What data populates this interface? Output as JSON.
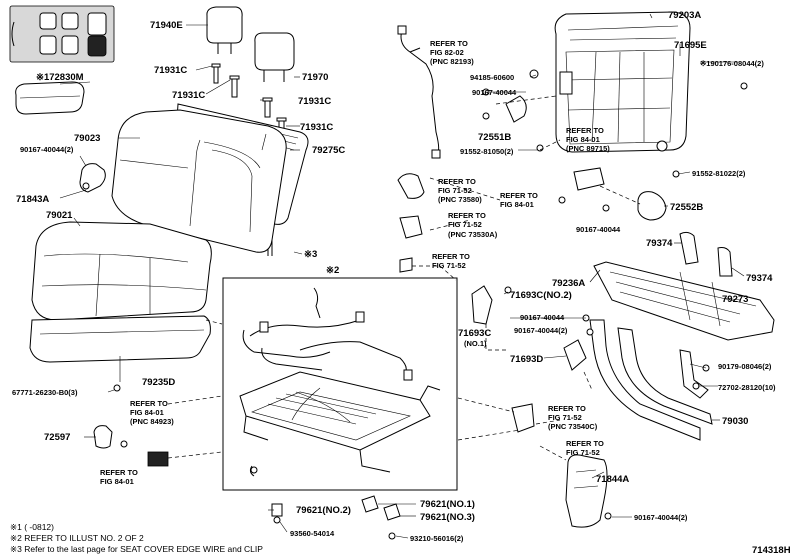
{
  "labels": {
    "p71940e": "71940E",
    "p172830m": "※172830M",
    "p71931c_a": "71931C",
    "p71970": "71970",
    "p71931c_b": "71931C",
    "p71931c_c": "71931C",
    "p71931c_d": "71931C",
    "p79023": "79023",
    "p90167_2a": "90167-40044(2)",
    "p79275c": "79275C",
    "p71843a": "71843A",
    "p79021": "79021",
    "p3mark": "※3",
    "p2mark": "※2",
    "p67771": "67771-26230-B0(3)",
    "p79235d": "79235D",
    "p72597": "72597",
    "p79203a": "79203A",
    "p71695e": "71695E",
    "p190176": "※190176-08044(2)",
    "p94185": "94185-60600",
    "p90167_b": "90167-40044",
    "p72551b": "72551B",
    "p91552_2": "91552-81050(2)",
    "p91552_22": "91552-81022(2)",
    "p72552b": "72552B",
    "p90167_c": "90167-40044",
    "p79374a": "79374",
    "p79374b": "79374",
    "p79236a": "79236A",
    "p79273": "79273",
    "p71693c_no2": "71693C(NO.2)",
    "p90167_d": "90167-40044",
    "p90167_2e": "90167-40044(2)",
    "p71693c": "71693C",
    "p71693c_no1": "(NO.1)",
    "p71693d": "71693D",
    "p90179": "90179-08046(2)",
    "p72702": "72702-28120(10)",
    "p79030": "79030",
    "p71844a": "71844A",
    "p90167_2f": "90167-40044(2)",
    "p79621_no2": "79621(NO.2)",
    "p79621_no1": "79621(NO.1)",
    "p79621_no3": "79621(NO.3)",
    "p93560": "93560-54014",
    "p93210": "93210-56016(2)"
  },
  "refers": {
    "r1": [
      "REFER TO",
      "FIG 82-02",
      "(PNC 82193)"
    ],
    "r2": [
      "REFER TO",
      "FIG 84-01",
      "(PNC 89715)"
    ],
    "r3": [
      "REFER TO",
      "FIG 71-52",
      "(PNC 73580)"
    ],
    "r4": [
      "REFER TO",
      "FIG 84-01"
    ],
    "r5": [
      "REFER TO",
      "FIG 71-52",
      "(PNC 73530A)"
    ],
    "r6": [
      "REFER TO",
      "FIG 71-52"
    ],
    "r7": [
      "REFER TO",
      "FIG 84-01",
      "(PNC 84923)"
    ],
    "r8": [
      "REFER TO",
      "FIG 84-01"
    ],
    "r9": [
      "REFER TO",
      "FIG 71-52",
      "(PNC 73540C)"
    ],
    "r10": [
      "REFER TO",
      "FIG 71-52"
    ]
  },
  "footnotes": {
    "n1": "※1 (      -0812)",
    "n2": "※2 REFER TO ILLUST NO. 2 OF 2",
    "n3": "※3 Refer to the last page for SEAT COVER EDGE WIRE and CLIP"
  },
  "figure_id": "714318H"
}
